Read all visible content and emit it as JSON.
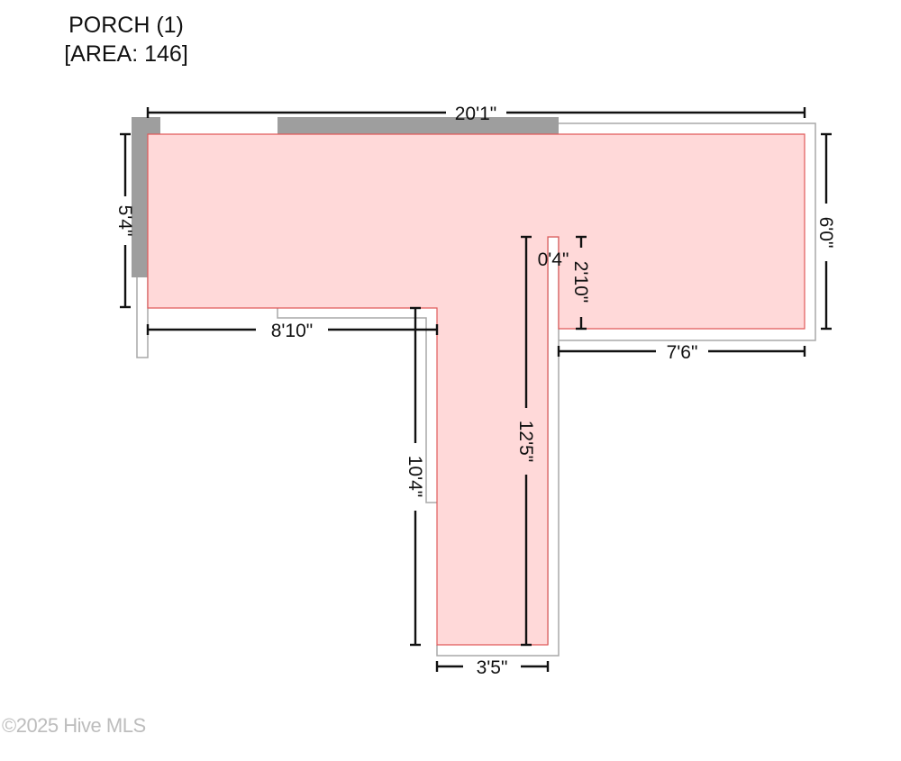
{
  "room": {
    "name": "PORCH (1)",
    "area_label": "[AREA: 146]"
  },
  "dimensions": {
    "top_width": "20'1\"",
    "left_height": "5'4\"",
    "right_height": "6'0\"",
    "left_lower_width": "8'10\"",
    "right_lower_width": "7'6\"",
    "notch_gap": "0'4\"",
    "notch_depth": "2'10\"",
    "stem_left_height": "10'4\"",
    "stem_inner_height": "12'5\"",
    "stem_width": "3'5\""
  },
  "colors": {
    "floor_fill": "#ffd9d9",
    "floor_outline": "#e05a5a",
    "wall_gray": "#9e9e9e",
    "dimension_line": "#111111",
    "watermark": "#bdbdbd"
  },
  "watermark": "©2025 Hive MLS"
}
